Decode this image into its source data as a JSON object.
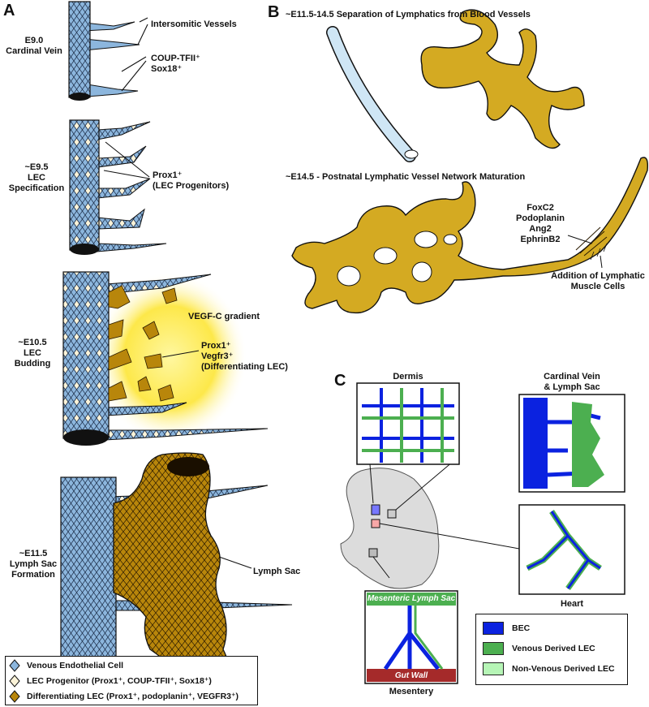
{
  "panels": {
    "A": "A",
    "B": "B",
    "C": "C"
  },
  "panelA": {
    "stages": [
      {
        "stage": "E9.0\nCardinal Vein"
      },
      {
        "stage": "~E9.5\nLEC\nSpecification"
      },
      {
        "stage": "~E10.5\nLEC\nBudding"
      },
      {
        "stage": "~E11.5\nLymph Sac\nFormation"
      }
    ],
    "annotations": {
      "intersomitic": "Intersomitic Vessels",
      "coup": "COUP-TFII⁺\nSox18⁺",
      "prox1_progenitors": "Prox1⁺\n(LEC Progenitors)",
      "vegfc": "VEGF-C gradient",
      "prox1_diff": "Prox1⁺\nVegfr3⁺\n(Differentiating LEC)",
      "lymph_sac": "Lymph Sac"
    },
    "legend": [
      {
        "label": "Venous Endothelial Cell",
        "color": "#8cb6dd"
      },
      {
        "label": "LEC Progenitor (Prox1⁺, COUP-TFII⁺, Sox18⁺)",
        "color": "#fbf3d8"
      },
      {
        "label": "Differentiating LEC (Prox1⁺, podoplanin⁺, VEGFR3⁺)",
        "color": "#b8860b"
      }
    ]
  },
  "panelB": {
    "title1": "~E11.5-14.5 Separation of Lymphatics from Blood Vessels",
    "title2": "~E14.5 - Postnatal Lymphatic Vessel Network Maturation",
    "markers": "FoxC2\nPodoplanin\nAng2\nEphrinB2",
    "muscle": "Addition of Lymphatic\nMuscle Cells"
  },
  "panelC": {
    "dermis": "Dermis",
    "cardinal": "Cardinal Vein\n& Lymph Sac",
    "heart": "Heart",
    "mesentery": "Mesentery",
    "mes_lymph_sac": "Mesenteric Lymph Sac",
    "gut_wall": "Gut Wall",
    "legend": [
      {
        "label": "BEC",
        "color": "#0b22e0"
      },
      {
        "label": "Venous Derived LEC",
        "color": "#4caf50"
      },
      {
        "label": "Non-Venous Derived LEC",
        "color": "#b6f5b6"
      }
    ]
  },
  "colors": {
    "venous": "#8cb6dd",
    "lymph": "#d4aa22",
    "bec": "#0b22e0",
    "lec": "#4caf50"
  }
}
